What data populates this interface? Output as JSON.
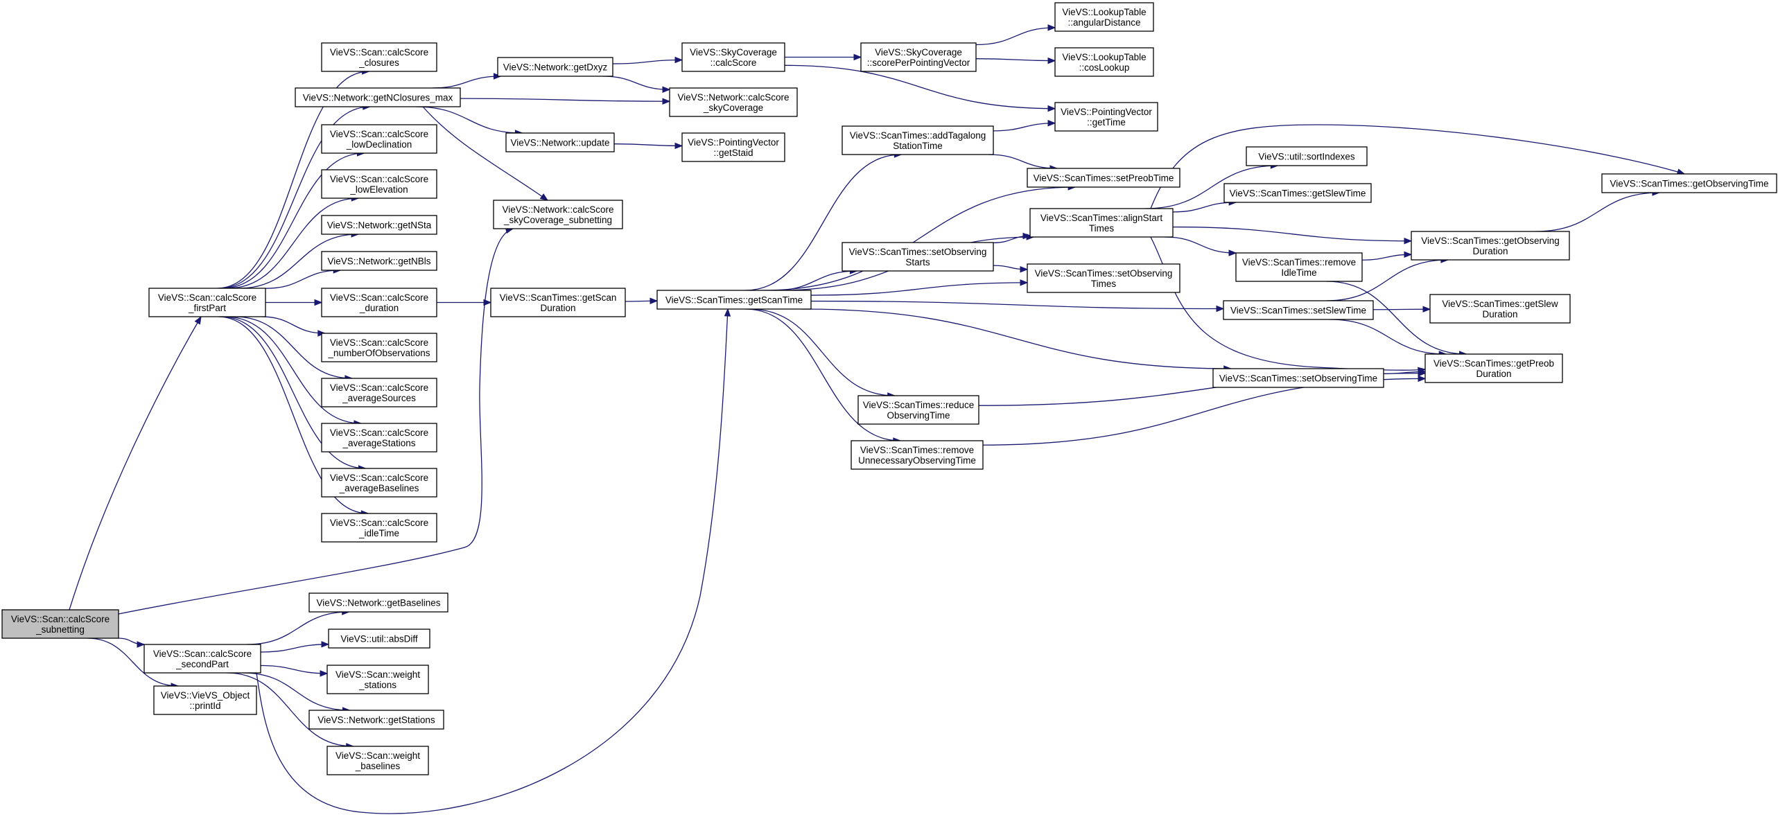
{
  "diagram": {
    "type": "call-graph",
    "colors": {
      "edge": "#191970",
      "node_border": "#000000",
      "node_fill": "#ffffff",
      "root_fill": "#bfbfbf"
    },
    "nodes": [
      {
        "id": "root",
        "lines": [
          "VieVS::Scan::calcScore",
          "_subnetting"
        ],
        "root": true
      },
      {
        "id": "firstPart",
        "lines": [
          "VieVS::Scan::calcScore",
          "_firstPart"
        ]
      },
      {
        "id": "secondPart",
        "lines": [
          "VieVS::Scan::calcScore",
          "_secondPart"
        ]
      },
      {
        "id": "printId",
        "lines": [
          "VieVS::VieVS_Object",
          "::printId"
        ]
      },
      {
        "id": "closures",
        "lines": [
          "VieVS::Scan::calcScore",
          "_closures"
        ]
      },
      {
        "id": "getNClosuresMax",
        "lines": [
          "VieVS::Network::getNClosures_max"
        ]
      },
      {
        "id": "lowDecl",
        "lines": [
          "VieVS::Scan::calcScore",
          "_lowDeclination"
        ]
      },
      {
        "id": "lowElev",
        "lines": [
          "VieVS::Scan::calcScore",
          "_lowElevation"
        ]
      },
      {
        "id": "getNSta",
        "lines": [
          "VieVS::Network::getNSta"
        ]
      },
      {
        "id": "getNBls",
        "lines": [
          "VieVS::Network::getNBls"
        ]
      },
      {
        "id": "duration",
        "lines": [
          "VieVS::Scan::calcScore",
          "_duration"
        ]
      },
      {
        "id": "numObs",
        "lines": [
          "VieVS::Scan::calcScore",
          "_numberOfObservations"
        ]
      },
      {
        "id": "avgSources",
        "lines": [
          "VieVS::Scan::calcScore",
          "_averageSources"
        ]
      },
      {
        "id": "avgStations",
        "lines": [
          "VieVS::Scan::calcScore",
          "_averageStations"
        ]
      },
      {
        "id": "avgBaselines",
        "lines": [
          "VieVS::Scan::calcScore",
          "_averageBaselines"
        ]
      },
      {
        "id": "idleTime",
        "lines": [
          "VieVS::Scan::calcScore",
          "_idleTime"
        ]
      },
      {
        "id": "getDxyz",
        "lines": [
          "VieVS::Network::getDxyz"
        ]
      },
      {
        "id": "netUpdate",
        "lines": [
          "VieVS::Network::update"
        ]
      },
      {
        "id": "skyCovSub",
        "lines": [
          "VieVS::Network::calcScore",
          "_skyCoverage_subnetting"
        ]
      },
      {
        "id": "getScanDuration",
        "lines": [
          "VieVS::ScanTimes::getScan",
          "Duration"
        ]
      },
      {
        "id": "skyCalcScore",
        "lines": [
          "VieVS::SkyCoverage",
          "::calcScore"
        ]
      },
      {
        "id": "netSkyCov",
        "lines": [
          "VieVS::Network::calcScore",
          "_skyCoverage"
        ]
      },
      {
        "id": "getStaid",
        "lines": [
          "VieVS::PointingVector",
          "::getStaid"
        ]
      },
      {
        "id": "scorePerPV",
        "lines": [
          "VieVS::SkyCoverage",
          "::scorePerPointingVector"
        ]
      },
      {
        "id": "angDist",
        "lines": [
          "VieVS::LookupTable",
          "::angularDistance"
        ]
      },
      {
        "id": "cosLookup",
        "lines": [
          "VieVS::LookupTable",
          "::cosLookup"
        ]
      },
      {
        "id": "pvGetTime",
        "lines": [
          "VieVS::PointingVector",
          "::getTime"
        ]
      },
      {
        "id": "getScanTime",
        "lines": [
          "VieVS::ScanTimes::getScanTime"
        ]
      },
      {
        "id": "addTagalong",
        "lines": [
          "VieVS::ScanTimes::addTagalong",
          "StationTime"
        ]
      },
      {
        "id": "setPreobTime",
        "lines": [
          "VieVS::ScanTimes::setPreobTime"
        ]
      },
      {
        "id": "alignStart",
        "lines": [
          "VieVS::ScanTimes::alignStart",
          "Times"
        ]
      },
      {
        "id": "setObsStarts",
        "lines": [
          "VieVS::ScanTimes::setObserving",
          "Starts"
        ]
      },
      {
        "id": "setObsTimes",
        "lines": [
          "VieVS::ScanTimes::setObserving",
          "Times"
        ]
      },
      {
        "id": "sortIndexes",
        "lines": [
          "VieVS::util::sortIndexes"
        ]
      },
      {
        "id": "getSlewTime",
        "lines": [
          "VieVS::ScanTimes::getSlewTime"
        ]
      },
      {
        "id": "removeIdle",
        "lines": [
          "VieVS::ScanTimes::remove",
          "IdleTime"
        ]
      },
      {
        "id": "setSlewTime",
        "lines": [
          "VieVS::ScanTimes::setSlewTime"
        ]
      },
      {
        "id": "setObsTime",
        "lines": [
          "VieVS::ScanTimes::setObservingTime"
        ]
      },
      {
        "id": "reduceObs",
        "lines": [
          "VieVS::ScanTimes::reduce",
          "ObservingTime"
        ]
      },
      {
        "id": "removeUnnec",
        "lines": [
          "VieVS::ScanTimes::remove",
          "UnnecessaryObservingTime"
        ]
      },
      {
        "id": "getObsTime",
        "lines": [
          "VieVS::ScanTimes::getObservingTime"
        ]
      },
      {
        "id": "getObsDur",
        "lines": [
          "VieVS::ScanTimes::getObserving",
          "Duration"
        ]
      },
      {
        "id": "getSlewDur",
        "lines": [
          "VieVS::ScanTimes::getSlew",
          "Duration"
        ]
      },
      {
        "id": "getPreobDur",
        "lines": [
          "VieVS::ScanTimes::getPreob",
          "Duration"
        ]
      },
      {
        "id": "getBaselines",
        "lines": [
          "VieVS::Network::getBaselines"
        ]
      },
      {
        "id": "absDiff",
        "lines": [
          "VieVS::util::absDiff"
        ]
      },
      {
        "id": "weightStations",
        "lines": [
          "VieVS::Scan::weight",
          "_stations"
        ]
      },
      {
        "id": "getStations",
        "lines": [
          "VieVS::Network::getStations"
        ]
      },
      {
        "id": "weightBaselines",
        "lines": [
          "VieVS::Scan::weight",
          "_baselines"
        ]
      }
    ],
    "edges": [
      [
        "root",
        "firstPart"
      ],
      [
        "root",
        "skyCovSub"
      ],
      [
        "root",
        "secondPart"
      ],
      [
        "root",
        "printId"
      ],
      [
        "firstPart",
        "closures"
      ],
      [
        "firstPart",
        "getNClosuresMax"
      ],
      [
        "firstPart",
        "lowDecl"
      ],
      [
        "firstPart",
        "lowElev"
      ],
      [
        "firstPart",
        "getNSta"
      ],
      [
        "firstPart",
        "getNBls"
      ],
      [
        "firstPart",
        "duration"
      ],
      [
        "firstPart",
        "numObs"
      ],
      [
        "firstPart",
        "avgSources"
      ],
      [
        "firstPart",
        "avgStations"
      ],
      [
        "firstPart",
        "avgBaselines"
      ],
      [
        "firstPart",
        "idleTime"
      ],
      [
        "getNClosuresMax",
        "getDxyz"
      ],
      [
        "getNClosuresMax",
        "netSkyCov"
      ],
      [
        "getNClosuresMax",
        "netUpdate"
      ],
      [
        "getNClosuresMax",
        "skyCovSub"
      ],
      [
        "getDxyz",
        "skyCalcScore"
      ],
      [
        "getDxyz",
        "netSkyCov"
      ],
      [
        "skyCalcScore",
        "scorePerPV"
      ],
      [
        "skyCalcScore",
        "pvGetTime"
      ],
      [
        "scorePerPV",
        "angDist"
      ],
      [
        "scorePerPV",
        "cosLookup"
      ],
      [
        "netUpdate",
        "getStaid"
      ],
      [
        "duration",
        "getScanDuration"
      ],
      [
        "getScanDuration",
        "getScanTime"
      ],
      [
        "getScanTime",
        "addTagalong"
      ],
      [
        "getScanTime",
        "setPreobTime"
      ],
      [
        "getScanTime",
        "alignStart"
      ],
      [
        "getScanTime",
        "setObsStarts"
      ],
      [
        "getScanTime",
        "setObsTimes"
      ],
      [
        "getScanTime",
        "setSlewTime"
      ],
      [
        "getScanTime",
        "setObsTime"
      ],
      [
        "getScanTime",
        "reduceObs"
      ],
      [
        "getScanTime",
        "removeUnnec"
      ],
      [
        "addTagalong",
        "pvGetTime"
      ],
      [
        "addTagalong",
        "setPreobTime"
      ],
      [
        "setObsStarts",
        "alignStart"
      ],
      [
        "setObsStarts",
        "setObsTimes"
      ],
      [
        "alignStart",
        "getObsTime"
      ],
      [
        "alignStart",
        "sortIndexes"
      ],
      [
        "alignStart",
        "getSlewTime"
      ],
      [
        "alignStart",
        "getObsDur"
      ],
      [
        "alignStart",
        "removeIdle"
      ],
      [
        "alignStart",
        "getPreobDur"
      ],
      [
        "removeIdle",
        "getObsDur"
      ],
      [
        "removeIdle",
        "getPreobDur"
      ],
      [
        "getObsDur",
        "getObsTime"
      ],
      [
        "setSlewTime",
        "getSlewDur"
      ],
      [
        "setSlewTime",
        "getObsDur"
      ],
      [
        "setSlewTime",
        "getPreobDur"
      ],
      [
        "setObsTime",
        "getPreobDur"
      ],
      [
        "reduceObs",
        "getPreobDur"
      ],
      [
        "removeUnnec",
        "getPreobDur"
      ],
      [
        "secondPart",
        "getBaselines"
      ],
      [
        "secondPart",
        "absDiff"
      ],
      [
        "secondPart",
        "weightStations"
      ],
      [
        "secondPart",
        "getStations"
      ],
      [
        "secondPart",
        "weightBaselines"
      ],
      [
        "secondPart",
        "getScanTime"
      ]
    ]
  }
}
